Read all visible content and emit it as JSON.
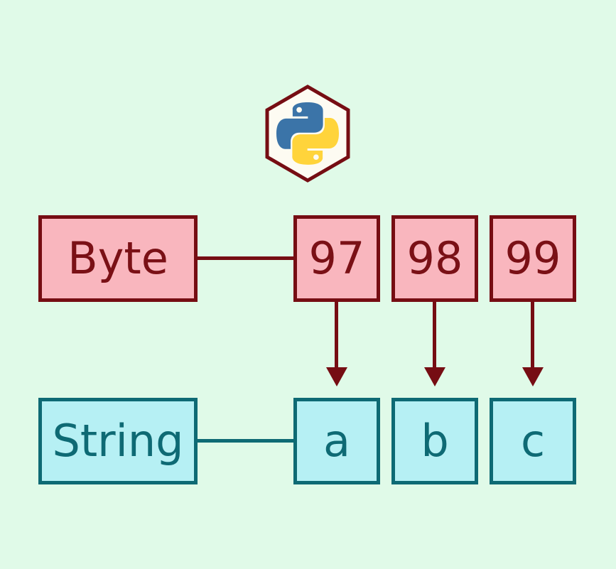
{
  "badge": {
    "icon": "python-logo"
  },
  "byte_row": {
    "label": "Byte",
    "values": [
      "97",
      "98",
      "99"
    ]
  },
  "string_row": {
    "label": "String",
    "values": [
      "a",
      "b",
      "c"
    ]
  },
  "colors": {
    "background": "#e0fae8",
    "byte_fill": "#f9b6be",
    "byte_accent": "#760d13",
    "string_fill": "#b6f0f4",
    "string_accent": "#0e6a74",
    "badge_fill": "#fdfbf2",
    "python_blue": "#3b74a8",
    "python_yellow": "#ffd43b"
  }
}
